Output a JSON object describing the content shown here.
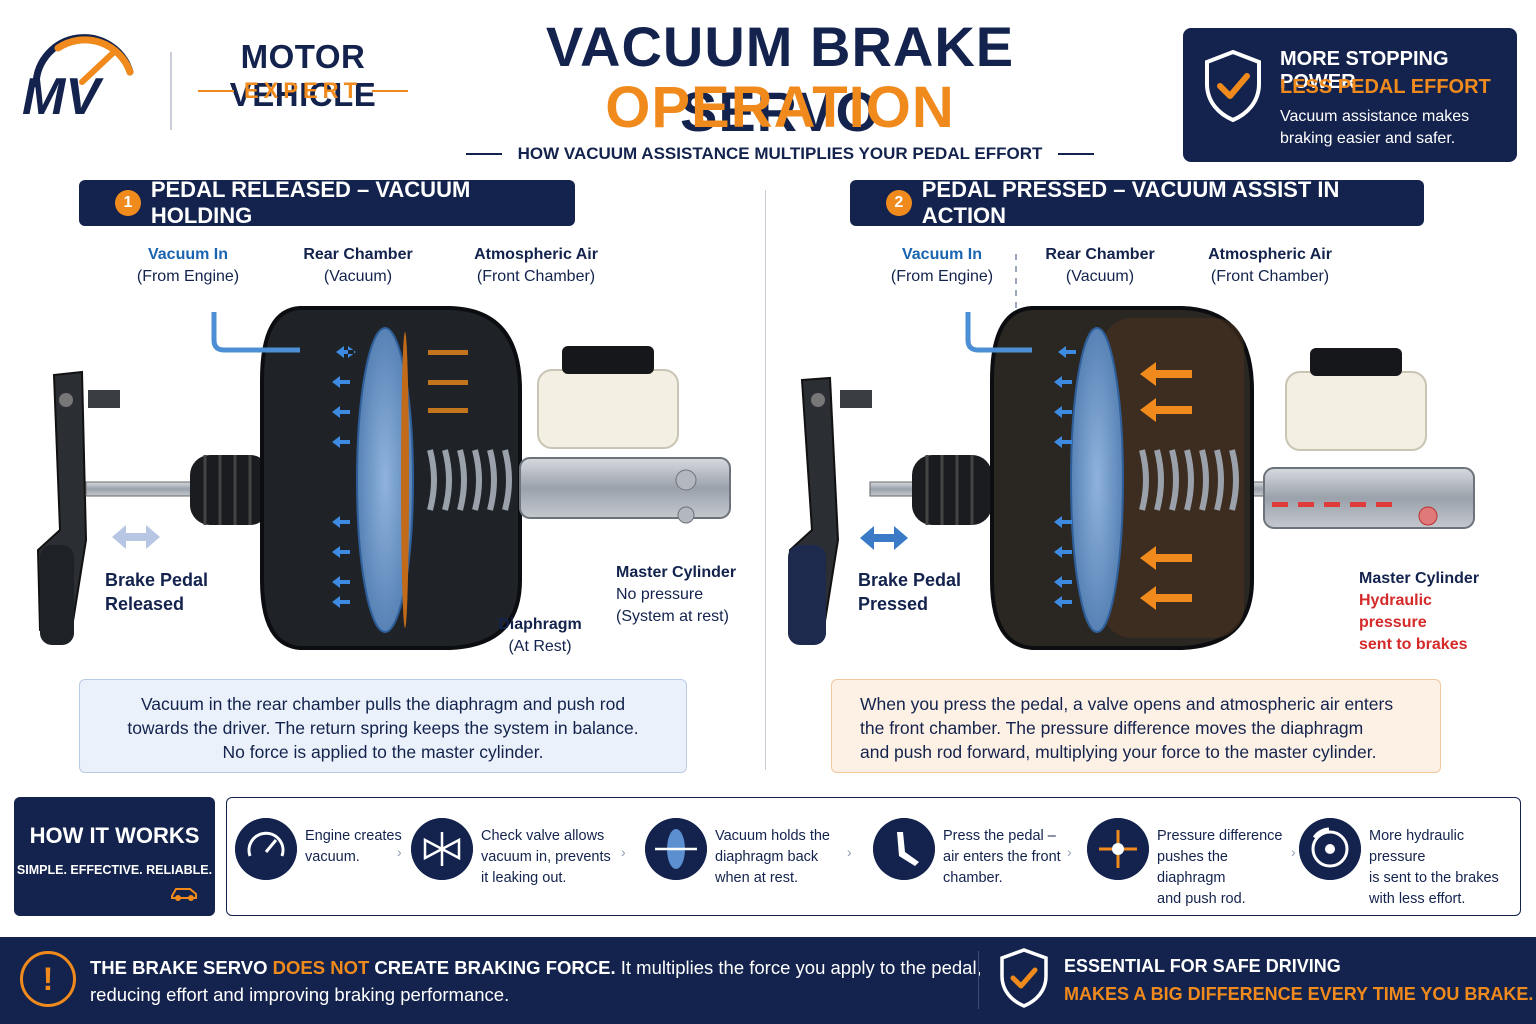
{
  "brand": {
    "mark": "MV",
    "name": "MOTOR VEHICLE",
    "sub": "EXPERT"
  },
  "header": {
    "title_line1": "VACUUM BRAKE SERVO",
    "title_line2": "OPERATION",
    "subtitle": "HOW VACUUM ASSISTANCE MULTIPLIES YOUR PEDAL EFFORT"
  },
  "badge": {
    "line1": "MORE STOPPING POWER",
    "line2": "LESS PEDAL EFFORT",
    "line3": "Vacuum assistance makes braking easier and safer."
  },
  "panels": [
    {
      "number": "1",
      "heading": "PEDAL RELEASED – VACUUM HOLDING",
      "vacuum_in": "Vacuum In",
      "vacuum_in_sub": "(From Engine)",
      "rear": "Rear Chamber",
      "rear_sub": "(Vacuum)",
      "air": "Atmospheric Air",
      "air_sub": "(Front Chamber)",
      "pedal_1": "Brake Pedal",
      "pedal_2": "Released",
      "master": "Master Cylinder",
      "master_1": "No pressure",
      "master_2": "(System at rest)",
      "diaphragm": "Diaphragm",
      "diaphragm_sub": "(At Rest)",
      "desc_1": "Vacuum in the rear chamber pulls the diaphragm and push rod",
      "desc_2": "towards the driver. The return spring keeps the system in balance.",
      "desc_3": "No force is applied to the master cylinder."
    },
    {
      "number": "2",
      "heading": "PEDAL PRESSED – VACUUM ASSIST IN ACTION",
      "vacuum_in": "Vacuum In",
      "vacuum_in_sub": "(From Engine)",
      "rear": "Rear Chamber",
      "rear_sub": "(Vacuum)",
      "air": "Atmospheric Air",
      "air_sub": "(Front Chamber)",
      "pedal_1": "Brake Pedal",
      "pedal_2": "Pressed",
      "master": "Master Cylinder",
      "master_1": "Hydraulic pressure",
      "master_2": "sent to brakes",
      "desc_1": "When you press the pedal, a valve opens and atmospheric air enters",
      "desc_2": "the front chamber. The pressure difference moves the diaphragm",
      "desc_3": "and push rod forward, multiplying your force to the master cylinder."
    }
  ],
  "how": {
    "title": "HOW IT WORKS",
    "sub": "SIMPLE. EFFECTIVE. RELIABLE."
  },
  "steps": [
    {
      "icon": "gauge-icon",
      "l1": "Engine creates",
      "l2": "vacuum.",
      "l3": ""
    },
    {
      "icon": "check-valve-icon",
      "l1": "Check valve allows",
      "l2": "vacuum in, prevents",
      "l3": "it leaking out."
    },
    {
      "icon": "diaphragm-icon",
      "l1": "Vacuum holds the",
      "l2": "diaphragm back",
      "l3": "when at rest."
    },
    {
      "icon": "foot-pedal-icon",
      "l1": "Press the pedal –",
      "l2": "air enters the front",
      "l3": "chamber."
    },
    {
      "icon": "pressure-arrows-icon",
      "l1": "Pressure difference",
      "l2": "pushes the diaphragm",
      "l3": "and push rod."
    },
    {
      "icon": "brake-disc-icon",
      "l1": "More hydraulic pressure",
      "l2": "is sent to the brakes",
      "l3": "with less effort."
    }
  ],
  "footer": {
    "warn_mark": "!",
    "l1_a": "THE BRAKE SERVO ",
    "l1_b": "DOES NOT",
    "l1_c": " CREATE BRAKING FORCE.",
    "l1_d": " It multiplies the force you apply to the pedal,",
    "l2": "reducing effort and improving braking performance.",
    "r1": "ESSENTIAL FOR SAFE DRIVING",
    "r2": "MAKES A BIG DIFFERENCE EVERY TIME YOU BRAKE."
  },
  "colors": {
    "navy": "#13234d",
    "orange": "#f08a1c",
    "blue": "#1a64b0",
    "red": "#d42a2a"
  }
}
